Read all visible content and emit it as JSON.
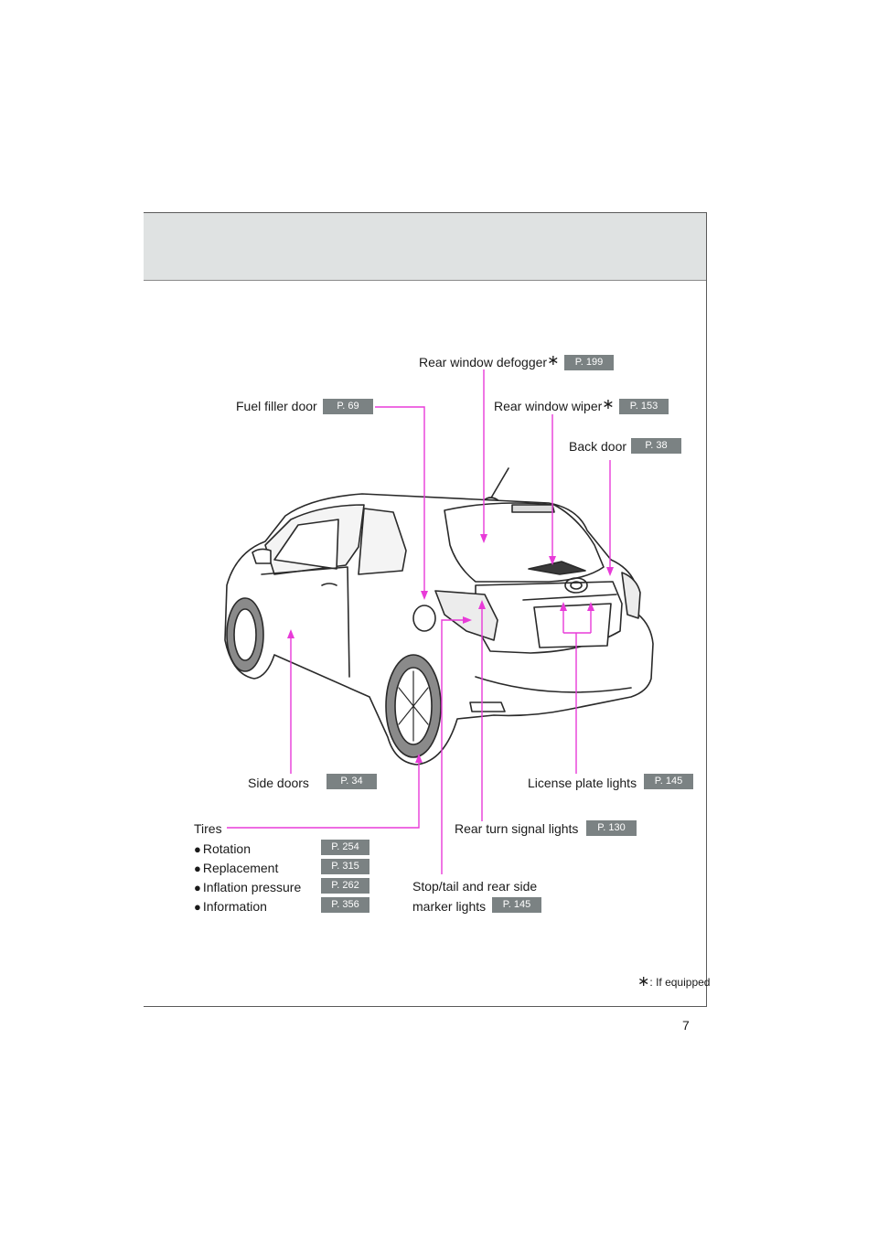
{
  "page_number": "7",
  "footnote": {
    "mark": "∗",
    "text": ": If equipped"
  },
  "labels": {
    "rear_window_defogger": {
      "text": "Rear window defogger",
      "mark": "∗",
      "page": "P. 199"
    },
    "fuel_filler_door": {
      "text": "Fuel filler door",
      "page": "P. 69"
    },
    "rear_window_wiper": {
      "text": "Rear window wiper",
      "mark": "∗",
      "page": "P. 153"
    },
    "back_door": {
      "text": "Back door",
      "page": "P. 38"
    },
    "side_doors": {
      "text": "Side doors",
      "page": "P. 34"
    },
    "license_plate_lights": {
      "text": "License plate lights",
      "page": "P. 145"
    },
    "rear_turn_signal_lights": {
      "text": "Rear turn signal lights",
      "page": "P. 130"
    },
    "stop_tail_lights": {
      "line1": "Stop/tail and rear side",
      "line2": "marker lights",
      "page": "P. 145"
    },
    "tires": {
      "title": "Tires",
      "bullet": "●",
      "items": [
        {
          "text": "Rotation",
          "page": "P. 254"
        },
        {
          "text": "Replacement",
          "page": "P. 315"
        },
        {
          "text": "Inflation pressure",
          "page": "P. 262"
        },
        {
          "text": "Information",
          "page": "P. 356"
        }
      ]
    }
  },
  "colors": {
    "callout_line": "#e83bd8",
    "badge_bg": "#7b8283",
    "header_band": "#dfe2e2"
  }
}
